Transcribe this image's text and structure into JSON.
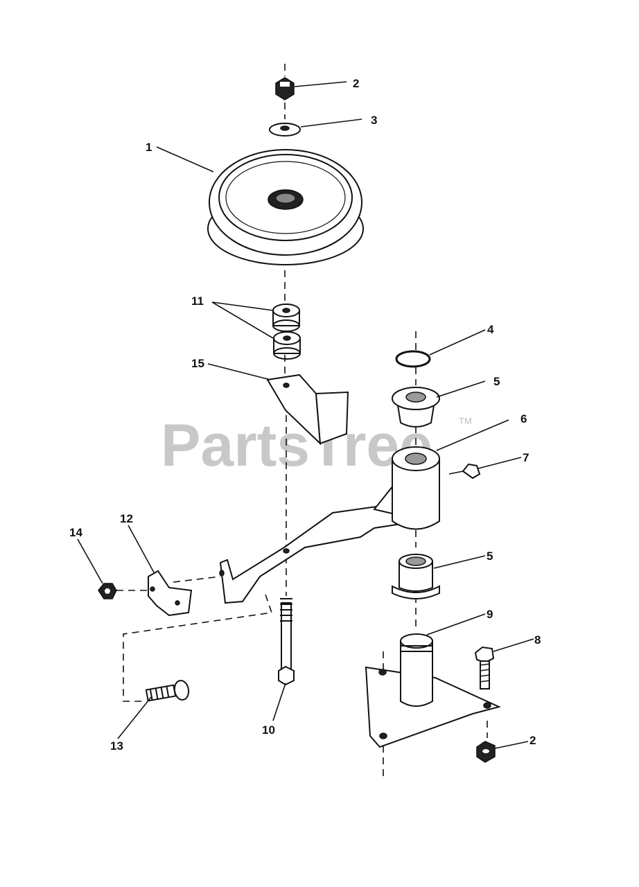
{
  "watermark": {
    "text": "PartsTree",
    "trademark": "TM"
  },
  "callouts": [
    {
      "id": "callout-2-top",
      "label": "2"
    },
    {
      "id": "callout-3",
      "label": "3"
    },
    {
      "id": "callout-1",
      "label": "1"
    },
    {
      "id": "callout-11",
      "label": "11"
    },
    {
      "id": "callout-4",
      "label": "4"
    },
    {
      "id": "callout-15",
      "label": "15"
    },
    {
      "id": "callout-5-top",
      "label": "5"
    },
    {
      "id": "callout-6",
      "label": "6"
    },
    {
      "id": "callout-7",
      "label": "7"
    },
    {
      "id": "callout-12",
      "label": "12"
    },
    {
      "id": "callout-14",
      "label": "14"
    },
    {
      "id": "callout-5-bottom",
      "label": "5"
    },
    {
      "id": "callout-9",
      "label": "9"
    },
    {
      "id": "callout-8",
      "label": "8"
    },
    {
      "id": "callout-13",
      "label": "13"
    },
    {
      "id": "callout-10",
      "label": "10"
    },
    {
      "id": "callout-2-bottom",
      "label": "2"
    }
  ]
}
